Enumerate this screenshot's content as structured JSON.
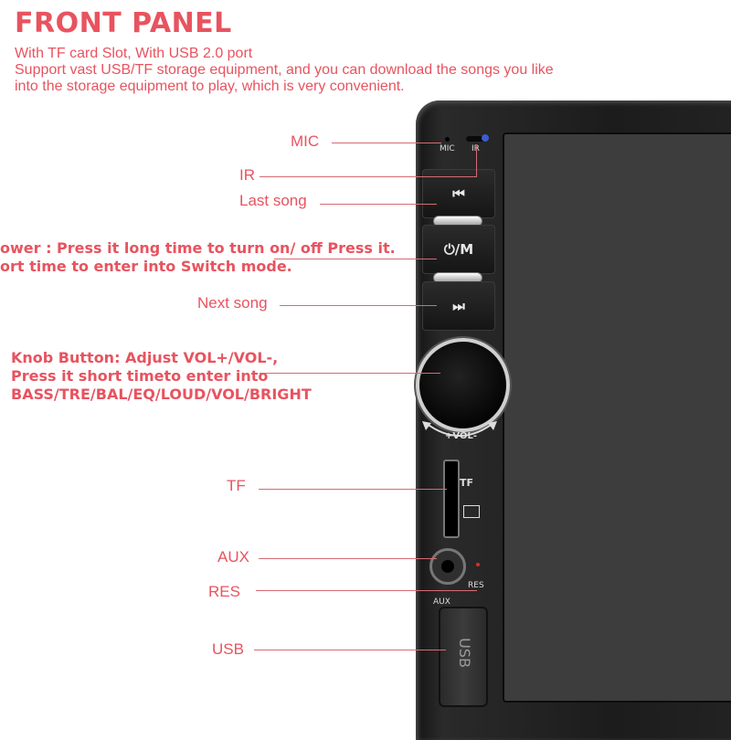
{
  "header": {
    "title": "FRONT PANEL",
    "desc_line1": "With TF card Slot, With USB 2.0 port",
    "desc_line2": "Support vast USB/TF storage equipment, and you can download the songs you like",
    "desc_line3": "into the storage equipment to play, which is very convenient."
  },
  "labels": {
    "mic": "MIC",
    "ir": "IR",
    "last_song": "Last song",
    "power_line1": "ower : Press it long time to turn on/ off Press it.",
    "power_line2": "ort time to enter into Switch mode.",
    "next_song": "Next song",
    "knob_line1": "Knob Button: Adjust VOL+/VOL-,",
    "knob_line2": "Press it short timeto enter into",
    "knob_line3": "BASS/TRE/BAL/EQ/LOUD/VOL/BRIGHT",
    "tf": "TF",
    "aux": "AUX",
    "res": "RES",
    "usb": "USB"
  },
  "device": {
    "mic_text": "MIC",
    "ir_text": "IR",
    "last_icon": "⏮",
    "power_text": "⏻/M",
    "next_icon": "⏭",
    "vol_text": "+VOL-",
    "tf_text": "TF",
    "res_text": "RES",
    "aux_text": "AUX",
    "usb_text": "USB"
  },
  "colors": {
    "accent": "#e8535f",
    "leader": "#d66b74"
  }
}
